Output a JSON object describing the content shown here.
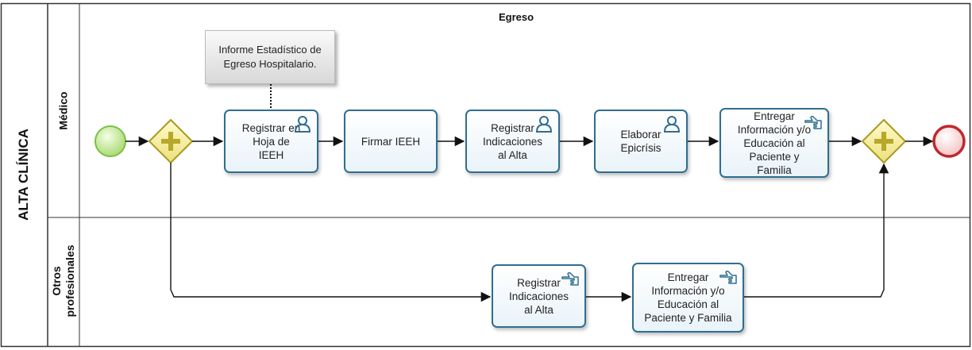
{
  "pool": {
    "title": "ALTA CLÍNICA",
    "phase": "Egreso",
    "lanes": [
      {
        "title": "Médico"
      },
      {
        "title_line1": "Otros",
        "title_line2": "profesionales"
      }
    ]
  },
  "annotation": {
    "text": "Informe Estadístico de Egreso Hospitalario."
  },
  "tasks": [
    {
      "label": "Registrar en Hoja de IEEH",
      "icon": "user-task-icon"
    },
    {
      "label": "Firmar IEEH",
      "icon": ""
    },
    {
      "label": "Registrar Indicaciones al Alta",
      "icon": "user-task-icon"
    },
    {
      "label": "Elaborar Epicrísis",
      "icon": "user-task-icon"
    },
    {
      "label": "Entregar Información y/o Educación al Paciente y Familia",
      "icon": "manual-task-icon"
    },
    {
      "label": "Registrar Indicaciones al Alta",
      "icon": "manual-task-icon"
    },
    {
      "label": "Entregar Información y/o Educación al Paciente y Familia",
      "icon": "manual-task-icon"
    }
  ],
  "colors": {
    "task_border": "#2f6e91",
    "start_event": "#7ac143",
    "end_event": "#c0272d",
    "gateway_fill": "#f5f0a8",
    "gateway_border": "#a89a20",
    "plus": "#b7a82a"
  }
}
